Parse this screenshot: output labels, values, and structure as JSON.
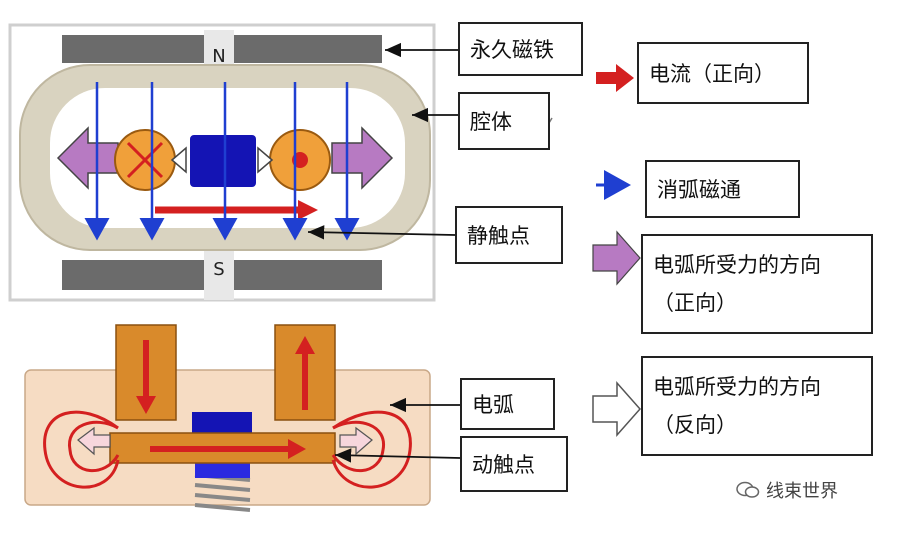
{
  "labels": {
    "n_pole": "N",
    "s_pole": "S",
    "permanent_magnet": "永久磁铁",
    "cavity": "腔体",
    "static_contact": "静触点",
    "arc": "电弧",
    "moving_contact": "动触点"
  },
  "legend": {
    "current": "电流（正向）",
    "flux": "消弧磁通",
    "force_forward_line1": "电弧所受力的方向",
    "force_forward_line2": "（正向）",
    "force_reverse_line1": "电弧所受力的方向",
    "force_reverse_line2": "（反向）"
  },
  "watermark": "线束世界",
  "colors": {
    "current": "#d42020",
    "flux": "#1f3fd1",
    "force_forward": "#b77ac2",
    "magnet": "#6b6b6b",
    "cavity": "#d9d3c0",
    "contact_orange": "#f0a03a",
    "core_blue": "#1414b4",
    "copper": "#d98a2b",
    "base": "#f6dcc3"
  }
}
